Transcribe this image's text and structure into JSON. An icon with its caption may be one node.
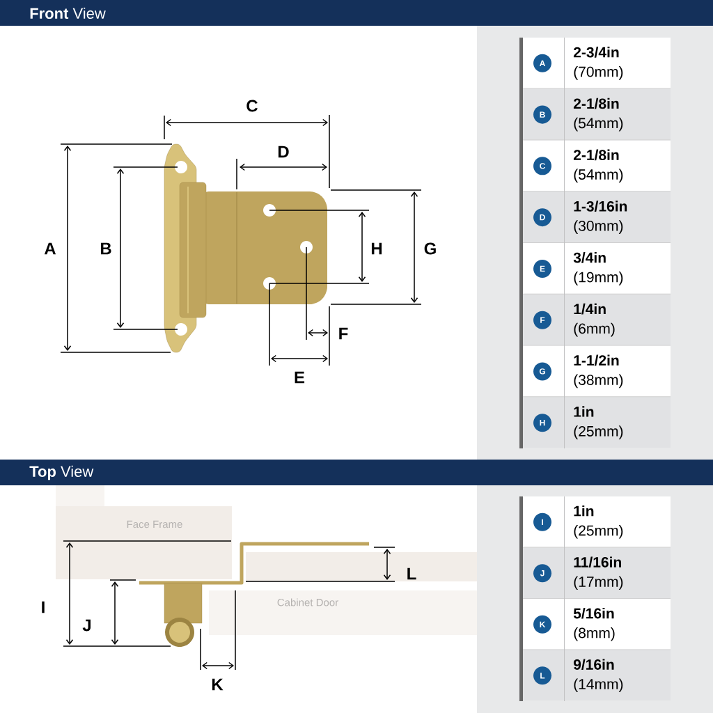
{
  "diagram": {
    "labels": [
      "**Front** View",
      "C",
      "D",
      "A",
      "B",
      "H",
      "G",
      "F",
      "E",
      "A",
      "**2-3/4in** (70mm)",
      "B",
      "**2-1/8in** (54mm)",
      "C",
      "**2-1/8in** (54mm)",
      "D",
      "**1-3/16in** (30mm)",
      "E",
      "**3/4in** (19mm)",
      "F",
      "**1/4in** (6mm)",
      "G",
      "**1-1/2in** (38mm)",
      "H",
      "**1in** (25mm)",
      "**Top** View",
      "Face Frame",
      "Cabinet Door",
      "L",
      "I",
      "J",
      "K",
      "I",
      "**1in** (25mm)",
      "J",
      "**11/16in** (17mm)",
      "K",
      "**5/16in** (8mm)",
      "L",
      "**9/16in** (14mm)"
    ]
  }
}
